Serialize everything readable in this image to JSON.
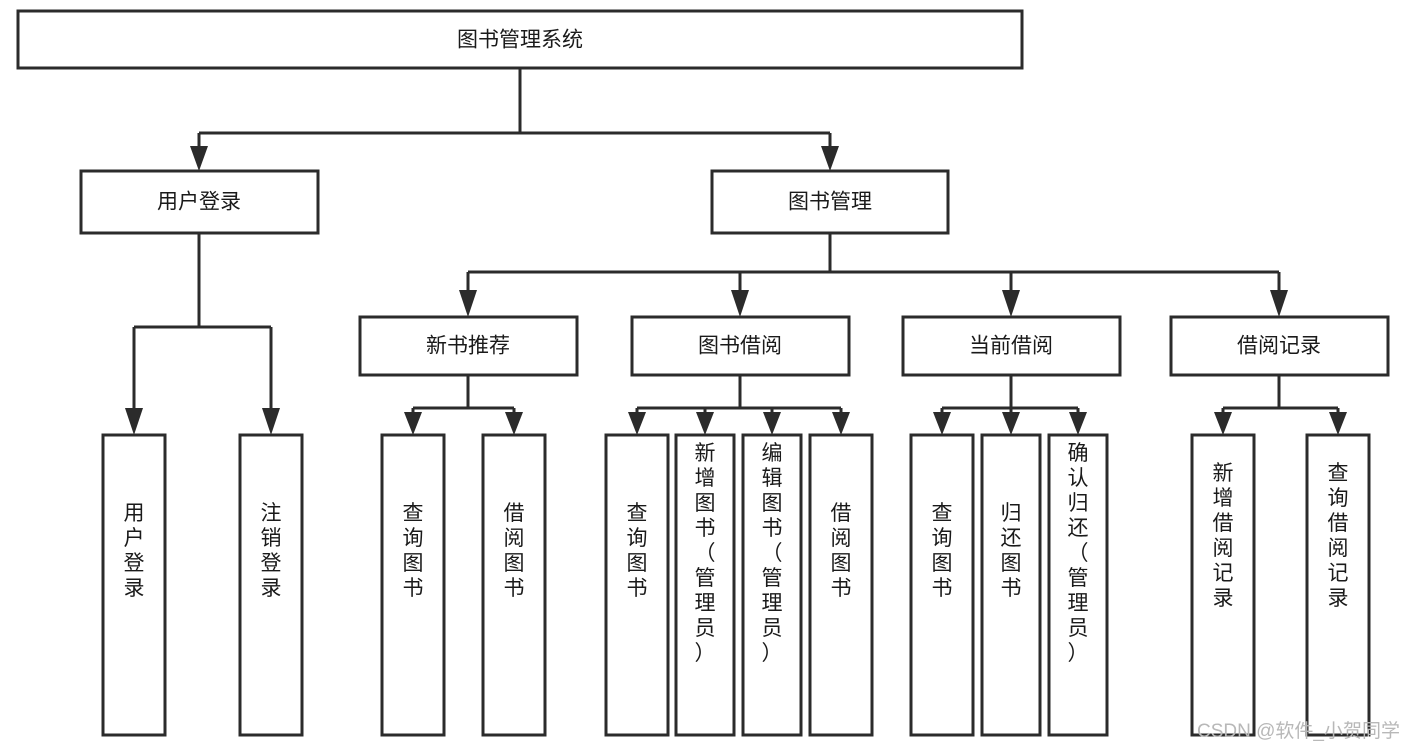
{
  "diagram": {
    "title": "图书管理系统",
    "type": "tree-hierarchy",
    "orientation": "top-down",
    "watermark": "CSDN @软件_小贺同学",
    "colors": {
      "background": "#ffffff",
      "box_fill": "#ffffff",
      "box_stroke": "#2b2b2b",
      "text": "#1a1a1a",
      "watermark": "#b8b8b8"
    }
  },
  "nodes": {
    "root": {
      "label": "图书管理系统"
    },
    "level2": [
      {
        "label": "用户登录"
      },
      {
        "label": "图书管理"
      }
    ],
    "level3": [
      {
        "label": "新书推荐"
      },
      {
        "label": "图书借阅"
      },
      {
        "label": "当前借阅"
      },
      {
        "label": "借阅记录"
      }
    ],
    "leaves": {
      "user_login": [
        {
          "label": "用户登录"
        },
        {
          "label": "注销登录"
        }
      ],
      "new_book_recommend": [
        {
          "label": "查询图书"
        },
        {
          "label": "借阅图书"
        }
      ],
      "book_borrow": [
        {
          "label": "查询图书"
        },
        {
          "label": "新增图书（管理员）"
        },
        {
          "label": "编辑图书（管理员）"
        },
        {
          "label": "借阅图书"
        }
      ],
      "current_borrow": [
        {
          "label": "查询图书"
        },
        {
          "label": "归还图书"
        },
        {
          "label": "确认归还（管理员）"
        }
      ],
      "borrow_record": [
        {
          "label": "新增借阅记录"
        },
        {
          "label": "查询借阅记录"
        }
      ]
    }
  }
}
